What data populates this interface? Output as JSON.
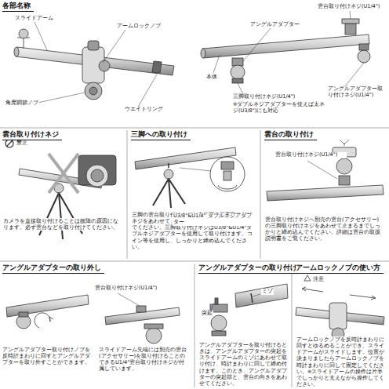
{
  "diagram": {
    "nodes": [
      {
        "text": [
          "各部名称"
        ]
      },
      {
        "text": [
          "雲台取り付けネジ",
          "カメラを直接取り付けることは故障の原因になります。必ず雲台などを取り付けてください。"
        ]
      },
      {
        "text": [
          "三脚への取り付け",
          "三脚の雲台取り付けネジと本体下の三脚取り付けネジをあわせて、矢印方向へ止まるまで回し込んでください。三脚取り付けネジはU3/8\"&U1/4\"ダブルネジアダプターを使用して取り付けます。コイン等を使用し、しっかりと締め込んでください。"
        ]
      },
      {
        "text": [
          "雲台の取り付け",
          "雲台取り付けネジへ別売の雲台(アクセサリー)の三脚取り付けネジをあわせて止まるまでしっかりと締め込んでください。詳細は雲台の取扱説明書をご覧ください。"
        ]
      },
      {
        "text": [
          "アングルアダプターの取り外し",
          "アングルアダプター取り付けノブを反時計まわりに回すとアングルアダプターを取り外すことができます。",
          "スライドアーム先端には別売の雲台(アクセサリー)を取り付けることのできるU1/4\"雲台取り付けネジが付属しています。"
        ]
      },
      {
        "text": [
          "アングルアダプターの取り付け",
          "アングルアダプターを取り付けるときは、アングルアダプターの突起をスライドアームのミゾにあわせて取り付け、時計まわりに回して締め付けます。このとき、アングルアダプターの突起部と、雲台の向きをあわせてください。"
        ]
      },
      {
        "text": [
          "アームロックノブの使い方",
          "アームロックノブを反時計まわりに回すとゆるめることができ、スライドアームがスライドします。位置が決まりましたらアームロックノブを時計まわりに回して固定してください。※スライドアームの操作は片手でしっかりと支えながら操作してください。"
        ]
      }
    ],
    "labels": [
      "スライドアーム",
      "アームロックノブ",
      "角度調節ノブ",
      "ウエイトリング",
      "雲台取り付けネジ(U1/4\")",
      "アングルアダプター",
      "本体",
      "三脚取り付けネジ(U1/4\")",
      "※ダブルネジアダプターを使えば太ネジ(U3/8\")にも対応",
      "アングルアダプター取り付けネジ(U1/4\")",
      "禁止",
      "U3/8\"&U1/4\" ダブルネジアダプター",
      "雲台取り付けネジ(U1/4\")",
      "雲台取り付けネジ(U1/4\")",
      "ミゾ",
      "突起",
      "注意"
    ]
  }
}
